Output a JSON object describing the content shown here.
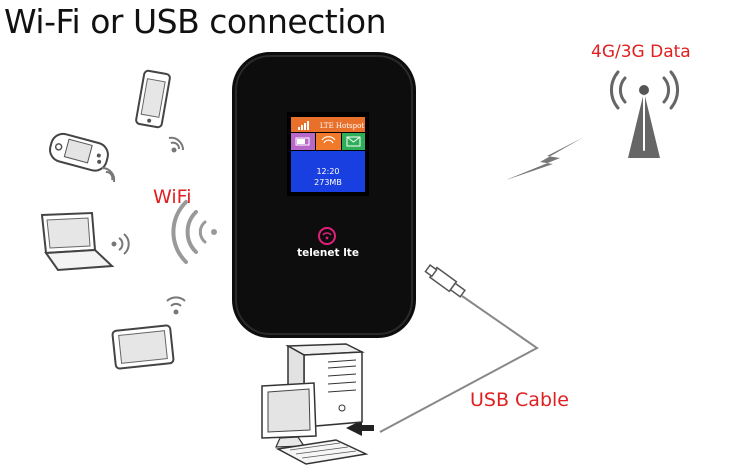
{
  "title": "Wi-Fi or USB connection",
  "labels": {
    "data": "4G/3G Data",
    "wifi": "WiFi",
    "usb": "USB Cable"
  },
  "device": {
    "brand": "telenet lte",
    "screen_header": "LTE Hotspot",
    "screen_time": "12:20",
    "screen_data": "273MB"
  },
  "colors": {
    "label_red": "#e02020",
    "screen_header": "#e8702a",
    "screen_blue": "#1a3fe0",
    "screen_purple": "#b868c8",
    "screen_orange": "#f07a2a",
    "screen_green": "#2fae5a"
  }
}
